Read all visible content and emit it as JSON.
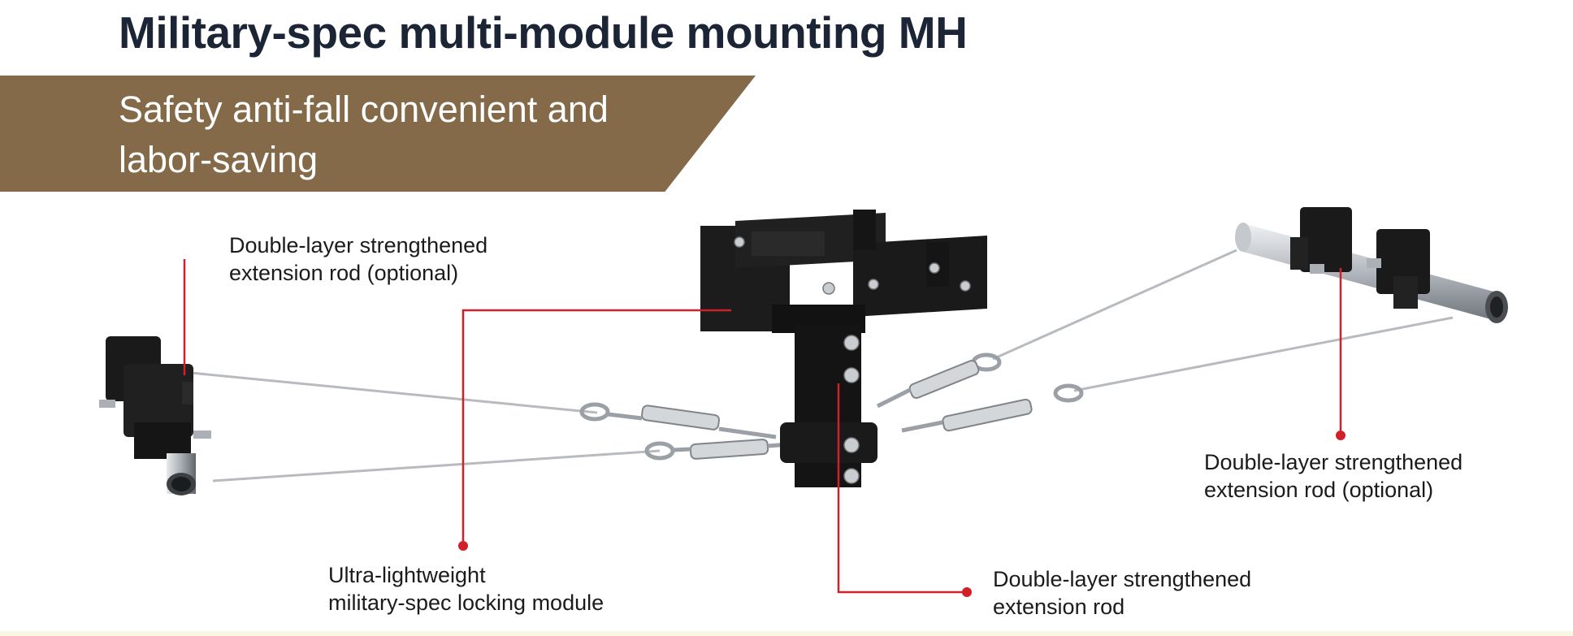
{
  "title": "Military-spec multi-module mounting MH",
  "subtitle_lines": [
    "Safety anti-fall convenient and",
    "labor-saving"
  ],
  "callouts": {
    "top_left": [
      "Double-layer strengthened",
      "extension rod (optional)"
    ],
    "right": [
      "Double-layer strengthened",
      "extension rod (optional)"
    ],
    "bottom_left": [
      "Ultra-lightweight",
      "military-spec locking module"
    ],
    "bottom_right": [
      "Double-layer strengthened",
      "extension rod"
    ]
  },
  "colors": {
    "title": "#1c2536",
    "band": "#846a48",
    "leader_line": "#d0202a",
    "metal_dark": "#1a1a1a",
    "rod_silver": "#c8ccd0"
  }
}
